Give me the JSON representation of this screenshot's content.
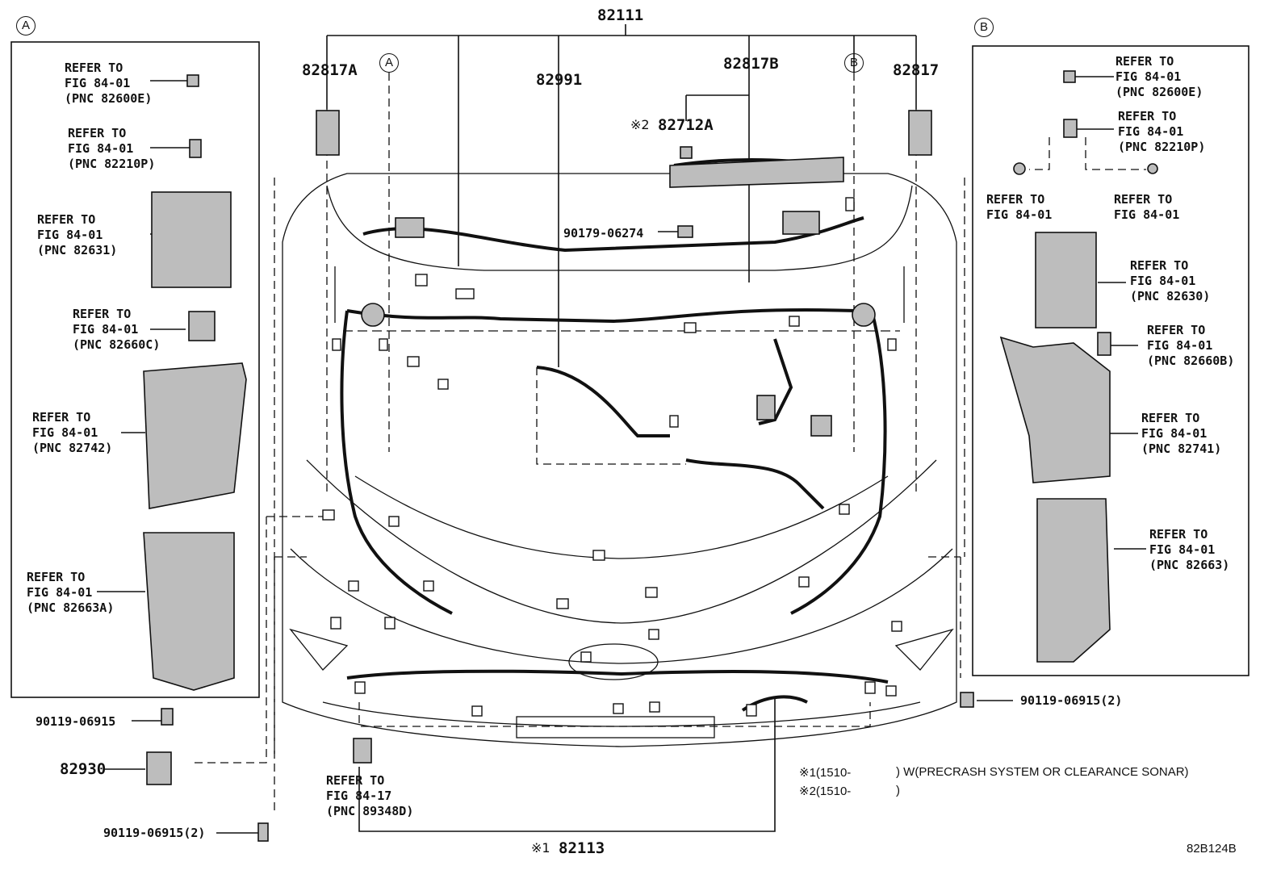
{
  "callouts": {
    "main_harness": "82111",
    "left_top_conn": "82817A",
    "mid_conn": "82817B",
    "right_top_conn": "82817",
    "center_wire": "82991",
    "clip_part": "82712A",
    "clip_part_prefix": "※2",
    "clamp": "90179-06274",
    "bottom_harness": "82113",
    "bottom_harness_prefix": "※1",
    "bolt_left": "90119-06915",
    "bolt_left_bottom": "90119-06915(2)",
    "bolt_right": "90119-06915(2)",
    "sensor": "82930",
    "diagram_id": "82B124B"
  },
  "circle_labels": {
    "a": "A",
    "b": "B"
  },
  "refer_left": [
    {
      "l1": "REFER TO",
      "l2": "FIG 84-01",
      "l3": "(PNC 82600E)"
    },
    {
      "l1": "REFER TO",
      "l2": "FIG 84-01",
      "l3": "(PNC 82210P)"
    },
    {
      "l1": "REFER TO",
      "l2": "FIG 84-01",
      "l3": "(PNC 82631)"
    },
    {
      "l1": "REFER TO",
      "l2": "FIG 84-01",
      "l3": "(PNC 82660C)"
    },
    {
      "l1": "REFER TO",
      "l2": "FIG 84-01",
      "l3": "(PNC 82742)"
    },
    {
      "l1": "REFER TO",
      "l2": "FIG 84-01",
      "l3": "(PNC 82663A)"
    }
  ],
  "refer_right": [
    {
      "l1": "REFER TO",
      "l2": "FIG 84-01",
      "l3": "(PNC 82600E)"
    },
    {
      "l1": "REFER TO",
      "l2": "FIG 84-01",
      "l3": "(PNC 82210P)"
    },
    {
      "l1": "REFER TO",
      "l2": "FIG 84-01"
    },
    {
      "l1": "REFER TO",
      "l2": "FIG 84-01"
    },
    {
      "l1": "REFER TO",
      "l2": "FIG 84-01",
      "l3": "(PNC 82630)"
    },
    {
      "l1": "REFER TO",
      "l2": "FIG 84-01",
      "l3": "(PNC 82660B)"
    },
    {
      "l1": "REFER TO",
      "l2": "FIG 84-01",
      "l3": "(PNC 82741)"
    },
    {
      "l1": "REFER TO",
      "l2": "FIG 84-01",
      "l3": "(PNC 82663)"
    }
  ],
  "refer_bottom": {
    "l1": "REFER TO",
    "l2": "FIG 84-17",
    "l3": "(PNC 89348D)"
  },
  "notes": {
    "n1_mark": "※1",
    "n1_date": "(1510-",
    "n1_text": ") W(PRECRASH SYSTEM OR CLEARANCE SONAR)",
    "n2_mark": "※2",
    "n2_date": "(1510-",
    "n2_text": ")"
  },
  "colors": {
    "line": "#111111",
    "fill": "#bdbdbd"
  }
}
